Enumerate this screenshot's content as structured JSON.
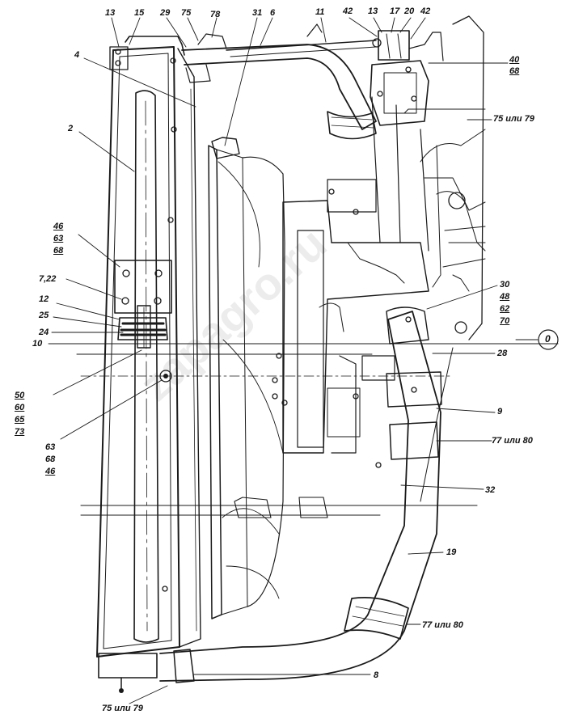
{
  "watermark": "zapagro.ru",
  "labels": {
    "l13a": "13",
    "l15": "15",
    "l29": "29",
    "l75a": "75",
    "l78": "78",
    "l31": "31",
    "l6": "6",
    "l11": "11",
    "l42a": "42",
    "l13b": "13",
    "l17": "17",
    "l20": "20",
    "l42b": "42",
    "l40": "40",
    "l68a": "68",
    "l75or79a": "75 или 79",
    "l4": "4",
    "l2": "2",
    "l46a": "46",
    "l63a": "63",
    "l68b": "68",
    "l7_22": "7,22",
    "l12": "12",
    "l25": "25",
    "l24": "24",
    "l10": "10",
    "l30": "30",
    "l48": "48",
    "l62": "62",
    "l70": "70",
    "l0": "0",
    "l28": "28",
    "l9": "9",
    "l50": "50",
    "l60": "60",
    "l65": "65",
    "l73": "73",
    "l63b": "63",
    "l68c": "68",
    "l46b": "46",
    "l77or80a": "77 или 80",
    "l32": "32",
    "l19": "19",
    "l77or80b": "77 или 80",
    "l8": "8",
    "l75or79b": "75 или 79"
  }
}
